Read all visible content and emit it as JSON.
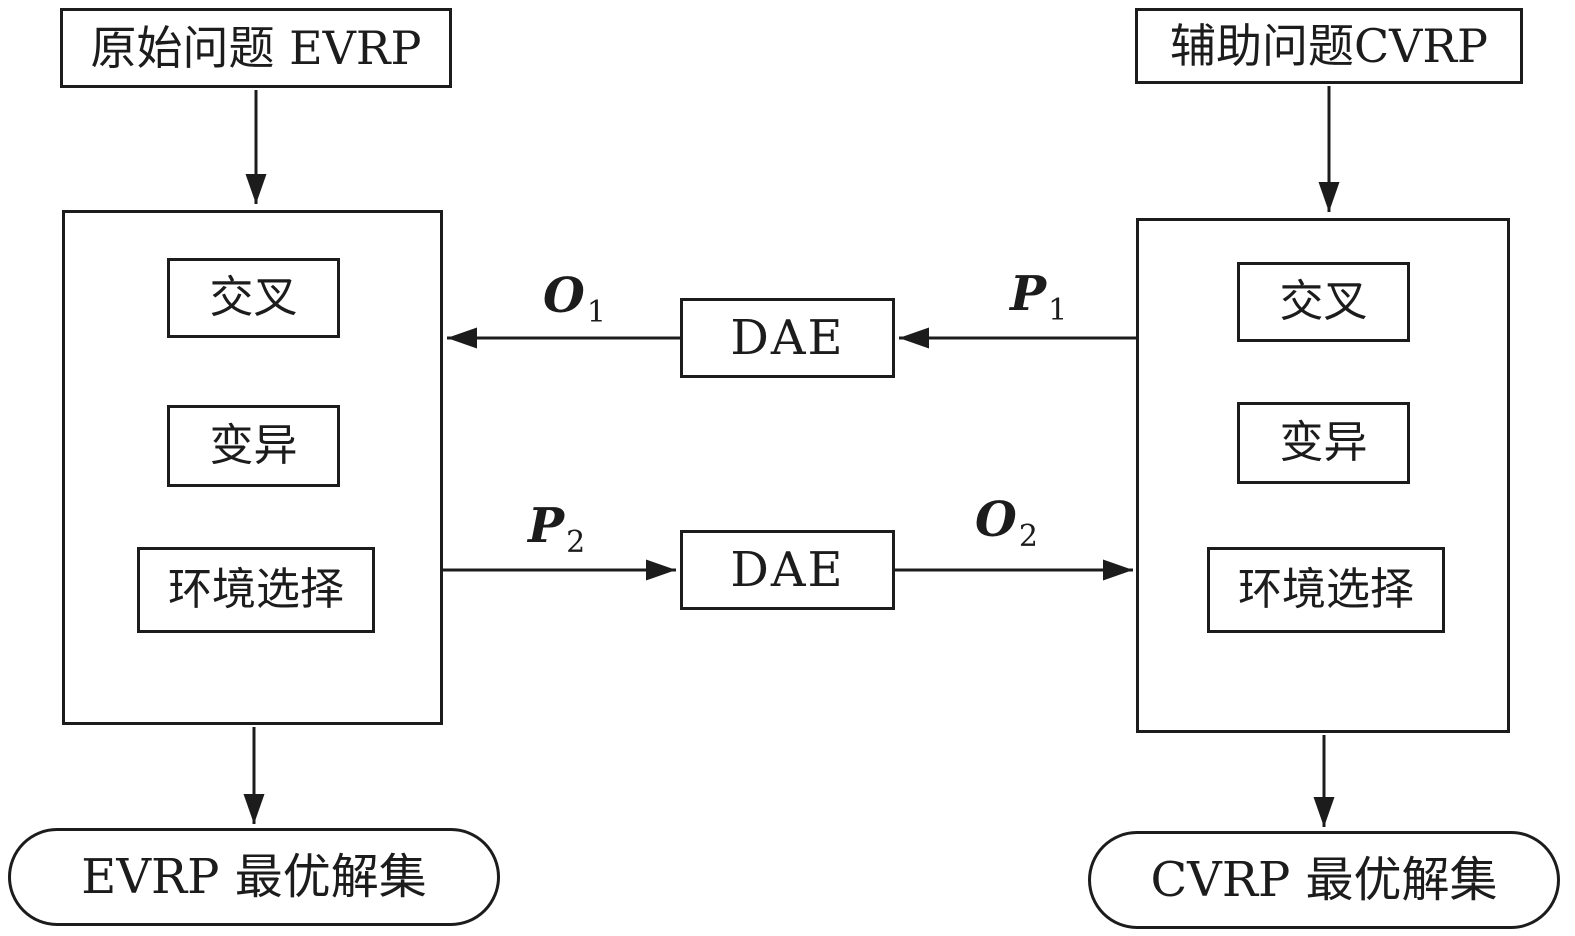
{
  "colors": {
    "ink": "#1c1c1c",
    "background": "#ffffff"
  },
  "left": {
    "source_label": "原始问题 EVRP",
    "crossover": "交叉",
    "mutation": "变异",
    "selection": "环境选择",
    "result_label": "EVRP 最优解集"
  },
  "right": {
    "source_label": "辅助问题CVRP",
    "crossover": "交叉",
    "mutation": "变异",
    "selection": "环境选择",
    "result_label": "CVRP 最优解集"
  },
  "transfer": {
    "dae_top_label": "DAE",
    "dae_bottom_label": "DAE",
    "o1": {
      "base": "O",
      "sub": "1"
    },
    "p1": {
      "base": "P",
      "sub": "1"
    },
    "p2": {
      "base": "P",
      "sub": "2"
    },
    "o2": {
      "base": "O",
      "sub": "2"
    }
  }
}
